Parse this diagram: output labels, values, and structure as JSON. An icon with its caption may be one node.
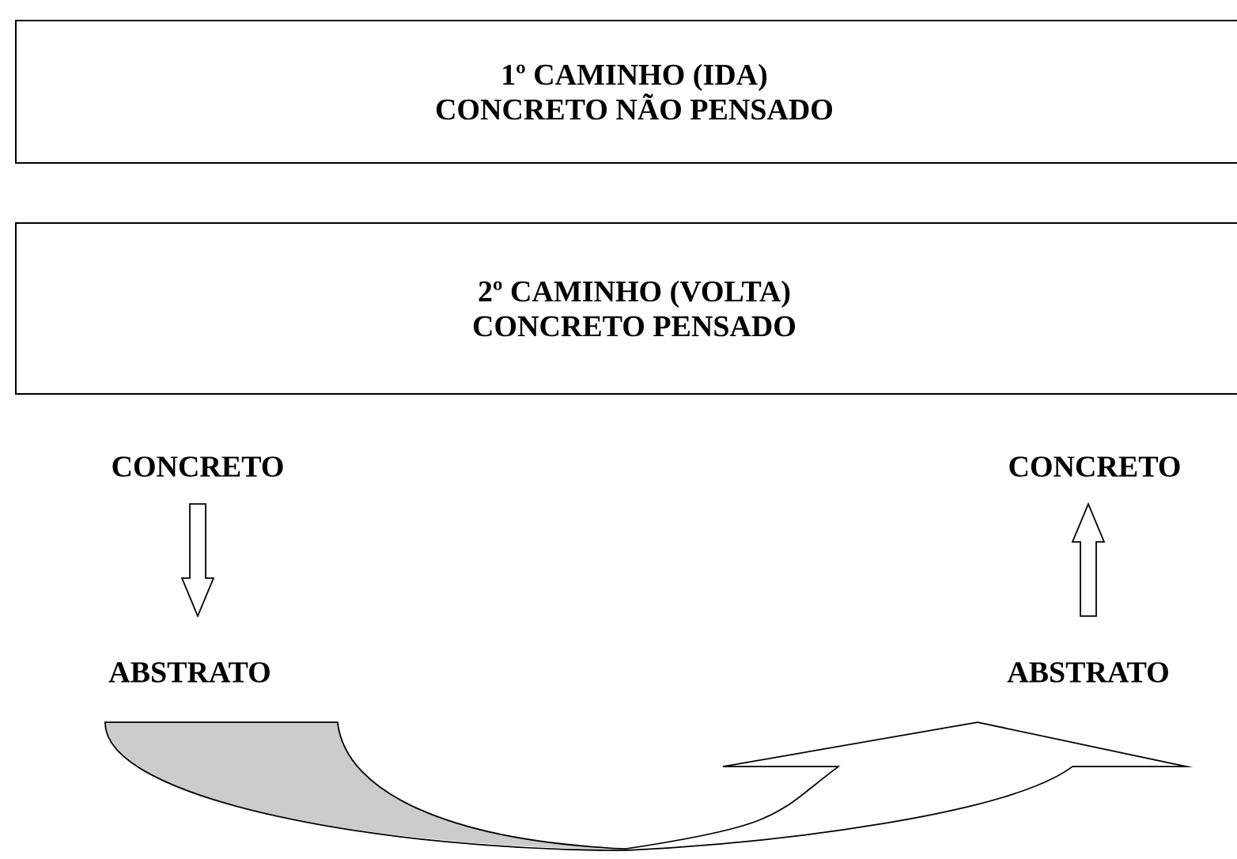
{
  "diagram": {
    "nodes": [
      {
        "text": [
          "1º CAMINHO (IDA)",
          "CONCRETO NÃO PENSADO"
        ]
      },
      {
        "text": [
          "2º CAMINHO (VOLTA)",
          "CONCRETO PENSADO"
        ]
      },
      {
        "text": [
          "CONCRETO"
        ]
      },
      {
        "text": [
          "ABSTRATO"
        ]
      },
      {
        "text": [
          "CONCRETO"
        ]
      },
      {
        "text": [
          "ABSTRATO"
        ]
      }
    ],
    "edges": [
      {
        "from": 2,
        "to": 3,
        "arrow": "to"
      },
      {
        "from": 5,
        "to": 4,
        "arrow": "to"
      },
      {
        "from": 3,
        "to": 5,
        "arrow": "to"
      }
    ]
  }
}
